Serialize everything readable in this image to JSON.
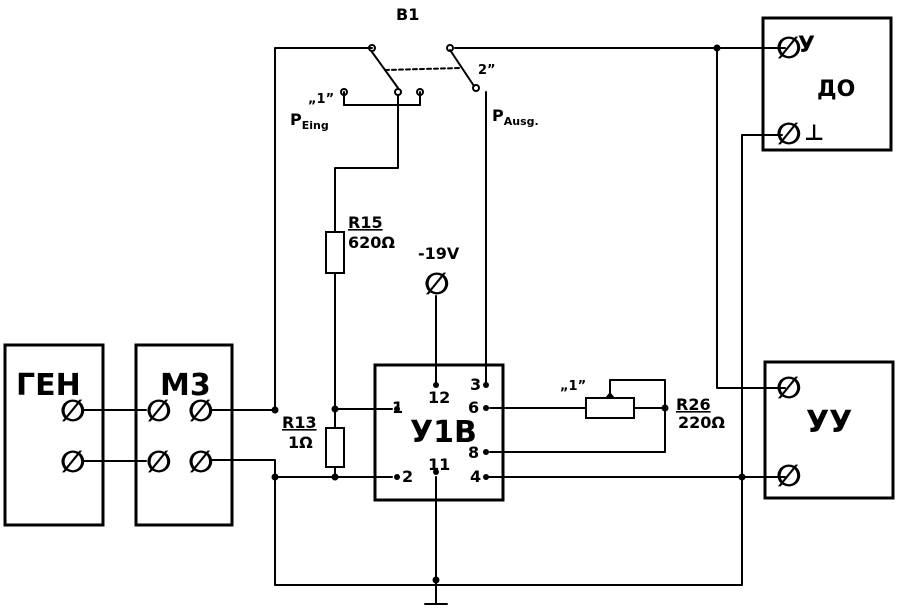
{
  "switch": {
    "label": "B1",
    "pos1": "„1”",
    "pos2": "2”",
    "p_in": "P",
    "p_in_sub": "Eing",
    "p_out": "P",
    "p_out_sub": "Ausg."
  },
  "resistors": {
    "r15_name": "R15",
    "r15_value": "620Ω",
    "r13_name": "R13",
    "r13_value": "1Ω",
    "r26_name": "R26",
    "r26_value": "220Ω",
    "r26_pos": "„1”"
  },
  "supply": {
    "label": "-19V"
  },
  "blocks": {
    "gen": "ГЕН",
    "m3": "М3",
    "amp": "У1В",
    "do": "ДО",
    "do_y": "У",
    "do_ground": "⊥",
    "yy": "УУ"
  },
  "pins": {
    "p1": "1",
    "p2": "2",
    "p3": "3",
    "p4": "4",
    "p6": "6",
    "p8": "8",
    "p11": "11",
    "p12": "12"
  },
  "terminal_symbol": "∅"
}
